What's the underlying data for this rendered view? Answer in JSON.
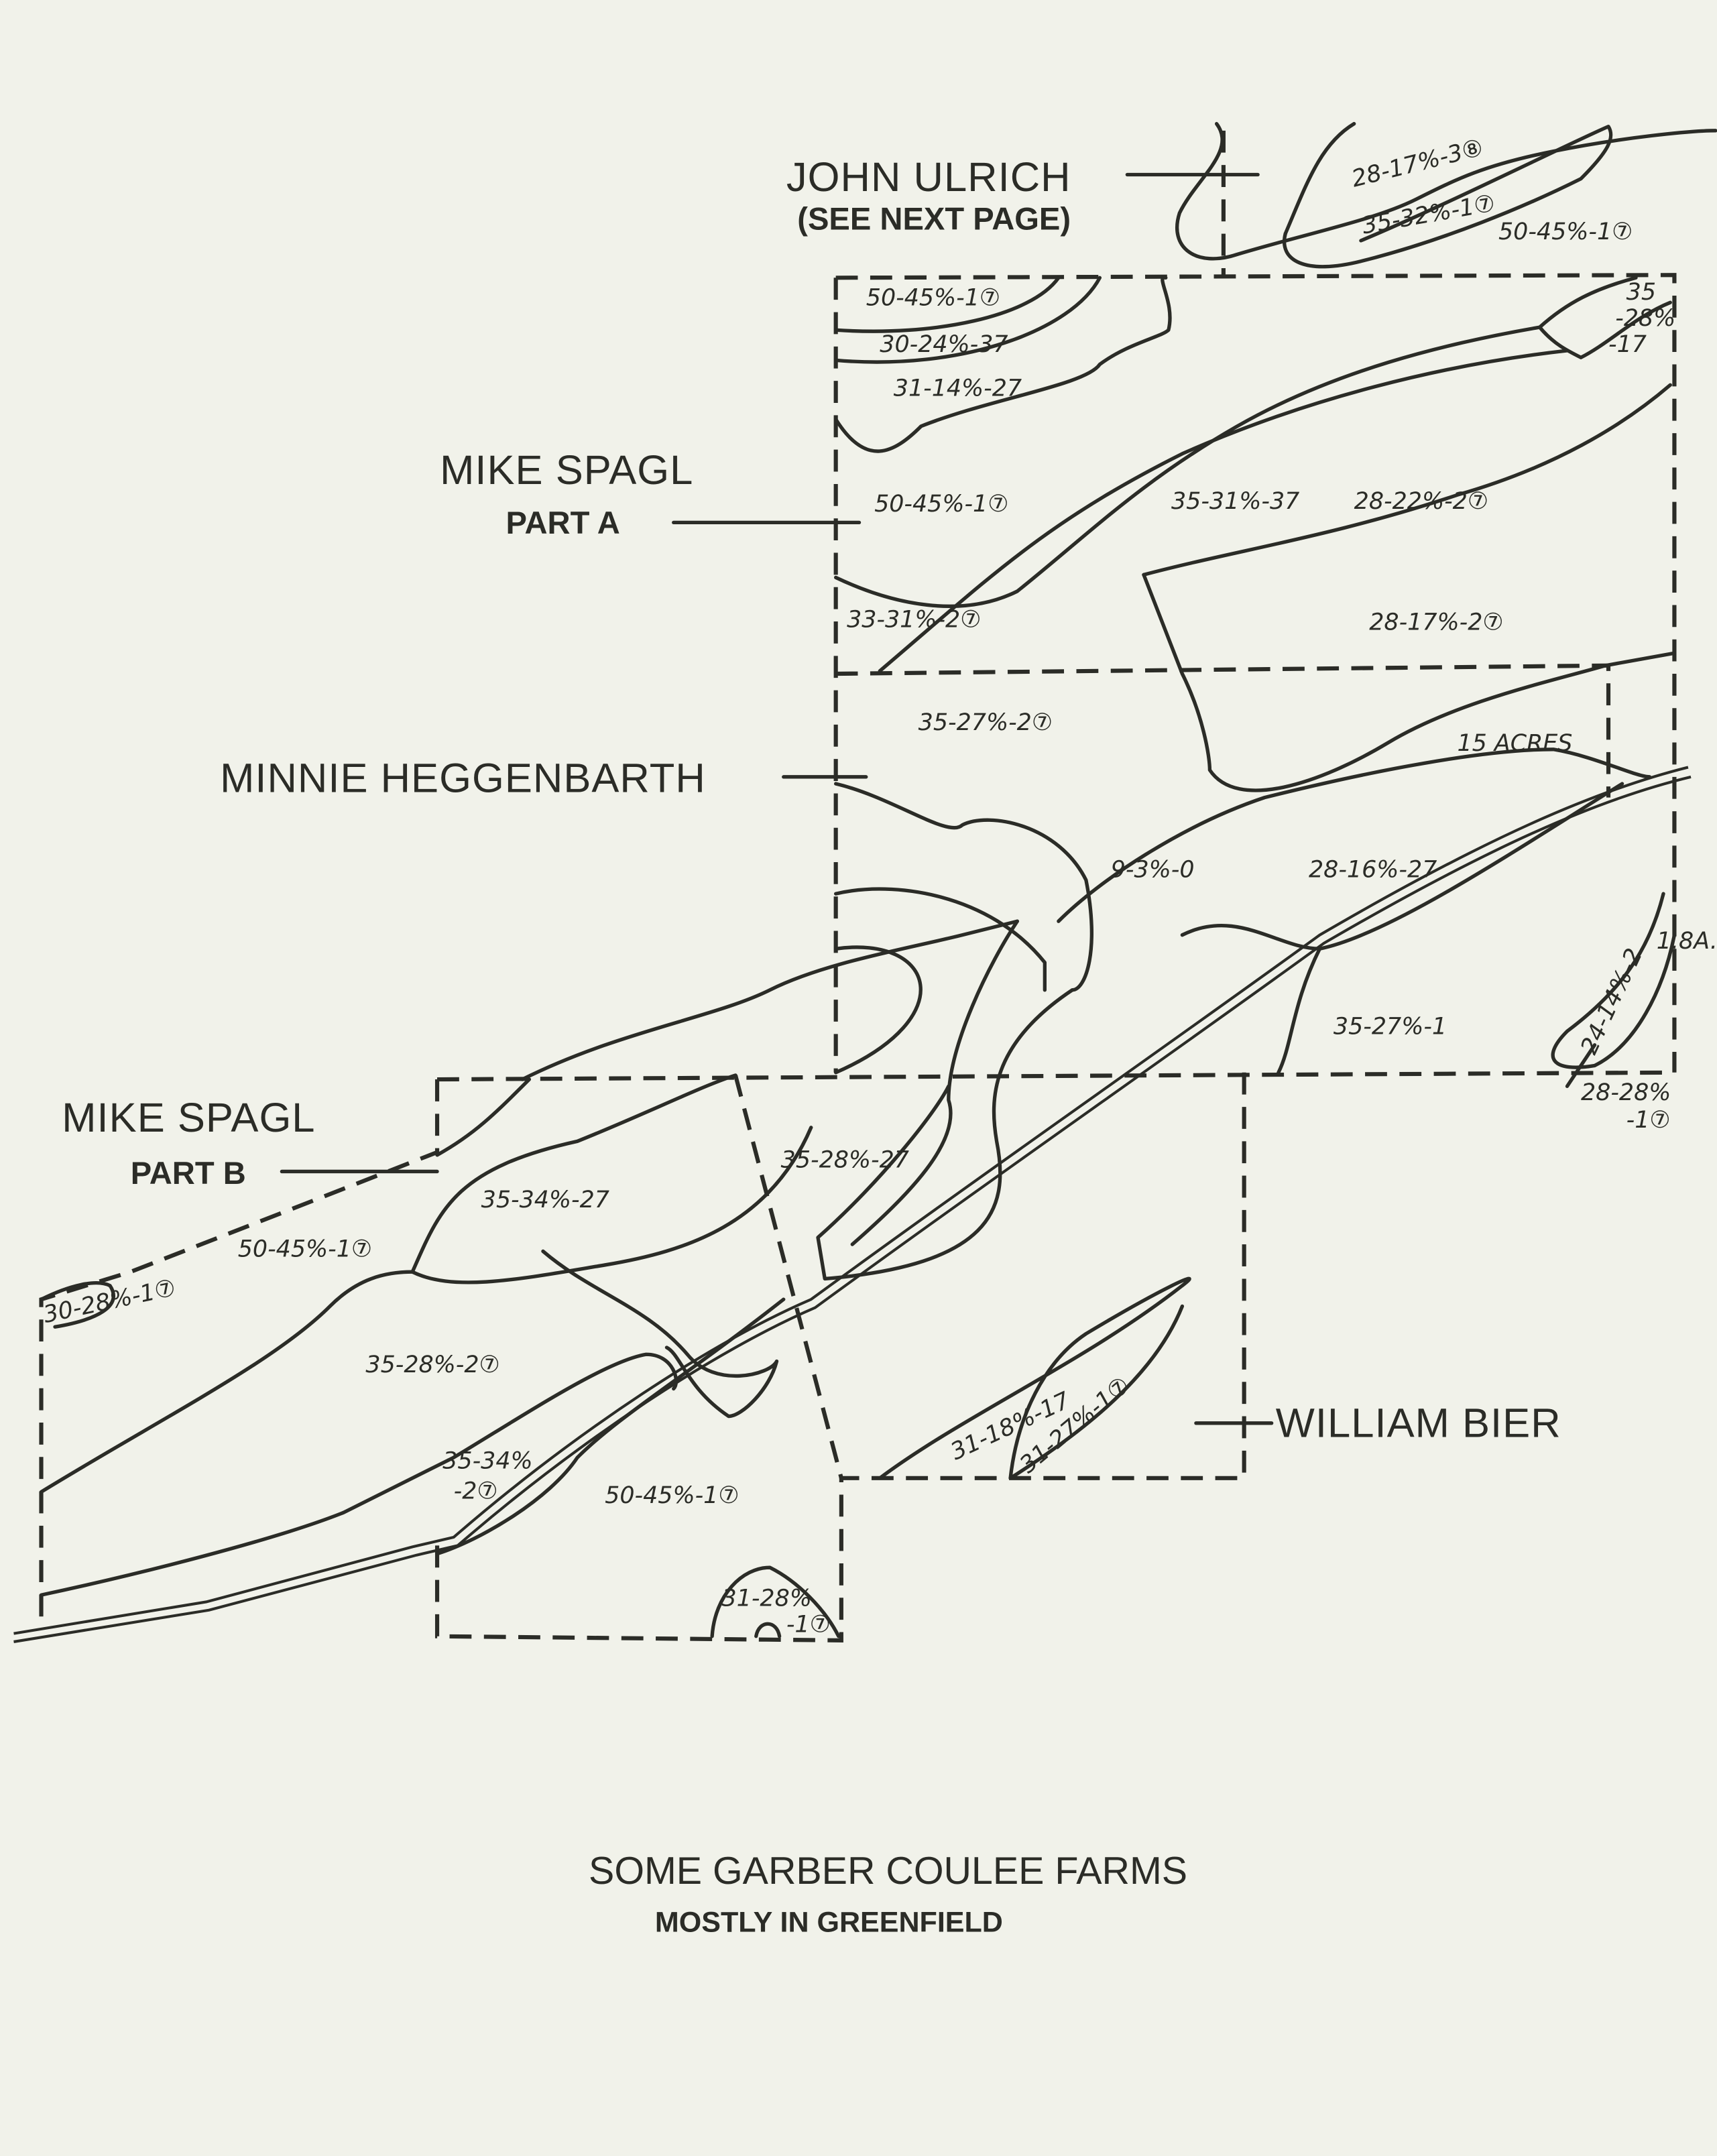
{
  "title": "SOME GARBER COULEE FARMS",
  "subtitle": "MOSTLY IN GREENFIELD",
  "owners": {
    "john_ulrich": "JOHN ULRICH",
    "john_ulrich_note": "(SEE NEXT PAGE)",
    "mike_spagl_a": "MIKE SPAGL",
    "part_a": "PART A",
    "minnie": "MINNIE HEGGENBARTH",
    "mike_spagl_b": "MIKE SPAGL",
    "part_b": "PART B",
    "william_bier": "WILLIAM BIER"
  },
  "soil_labels": {
    "u1": "28-17%-3⑧",
    "u2": "35-32%-1⑦",
    "u3": "50-45%-1⑦",
    "a1": "50-45%-1⑦",
    "a2": "30-24%-37",
    "a3": "31-14%-27",
    "a4a": "35",
    "a4b": "-28%",
    "a4c": "-17",
    "a5": "50-45%-1⑦",
    "a6": "35-31%-37",
    "a7": "28-22%-2⑦",
    "a8": "33-31%-2⑦",
    "a9": "28-17%-2⑦",
    "m1": "35-27%-2⑦",
    "m2": "15 ACRES",
    "m3": "9-3%-0",
    "m4": "28-16%-27",
    "m5": "1.8A.",
    "m6": "24-14%-2",
    "m7": "35-27%-1",
    "m8a": "28-28%",
    "m8b": "-1⑦",
    "b1": "35-28%-27",
    "b2": "35-34%-27",
    "b3": "50-45%-1⑦",
    "b4": "30-28%-1⑦",
    "b5": "35-28%-2⑦",
    "b6a": "35-34%",
    "b6b": "-2⑦",
    "b7": "50-45%-1⑦",
    "b8a": "31-28%",
    "b8b": "-1⑦",
    "w1": "31-18%-17",
    "w2": "31-27%-1⑦"
  }
}
